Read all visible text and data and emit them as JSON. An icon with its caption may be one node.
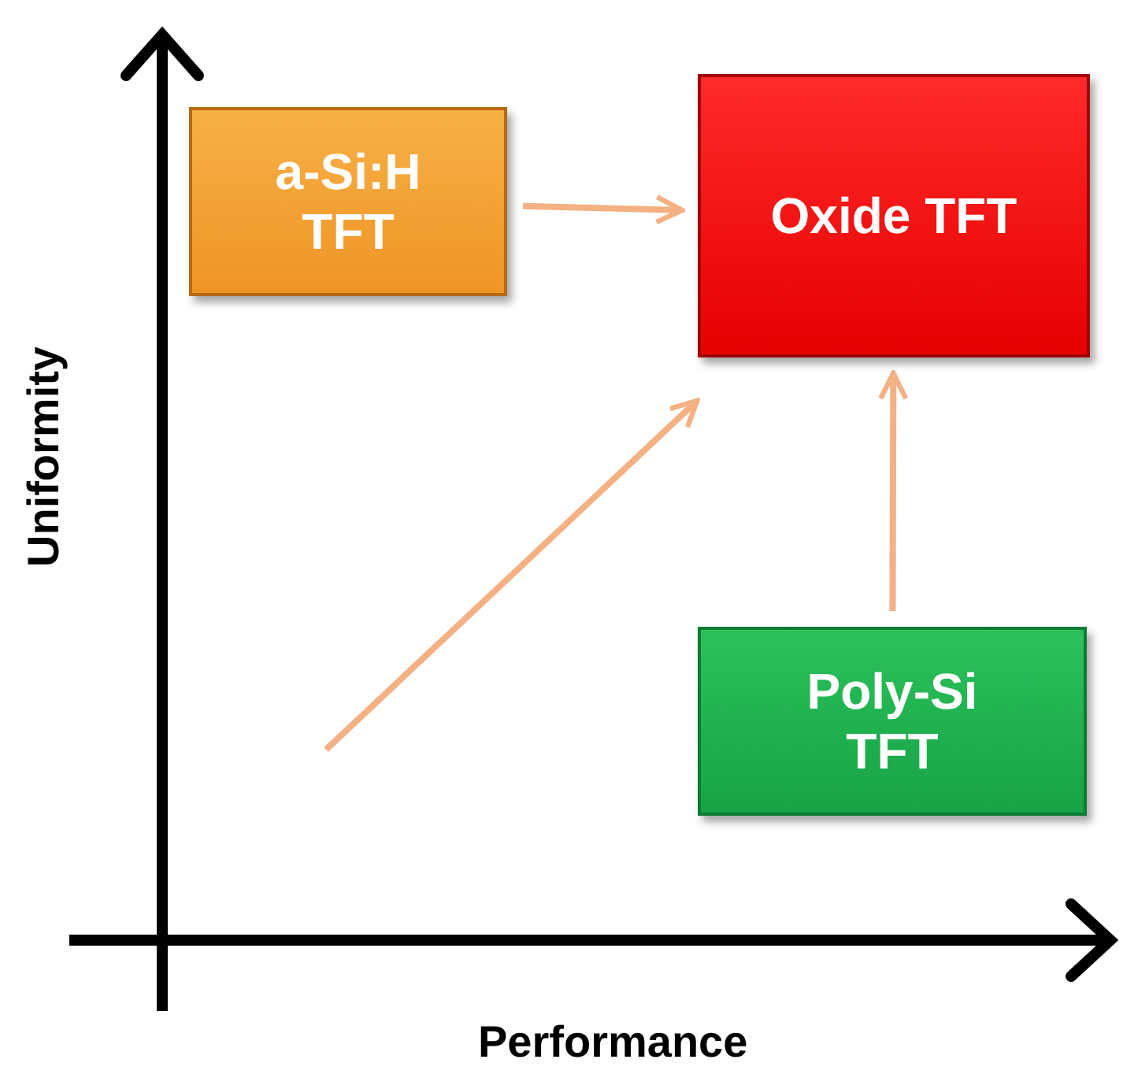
{
  "diagram": {
    "nodes": [
      {
        "text": [
          "a-Si:H TFT"
        ]
      },
      {
        "text": [
          "Oxide TFT"
        ]
      },
      {
        "text": [
          "Poly-Si TFT"
        ]
      }
    ],
    "edges": [
      {
        "from": 0,
        "to": 1,
        "arrow": "to"
      },
      {
        "from": null,
        "to": 1,
        "arrow": "to"
      },
      {
        "from": 2,
        "to": 1,
        "arrow": "to"
      }
    ],
    "labels": [
      "Uniformity",
      "Performance"
    ]
  }
}
